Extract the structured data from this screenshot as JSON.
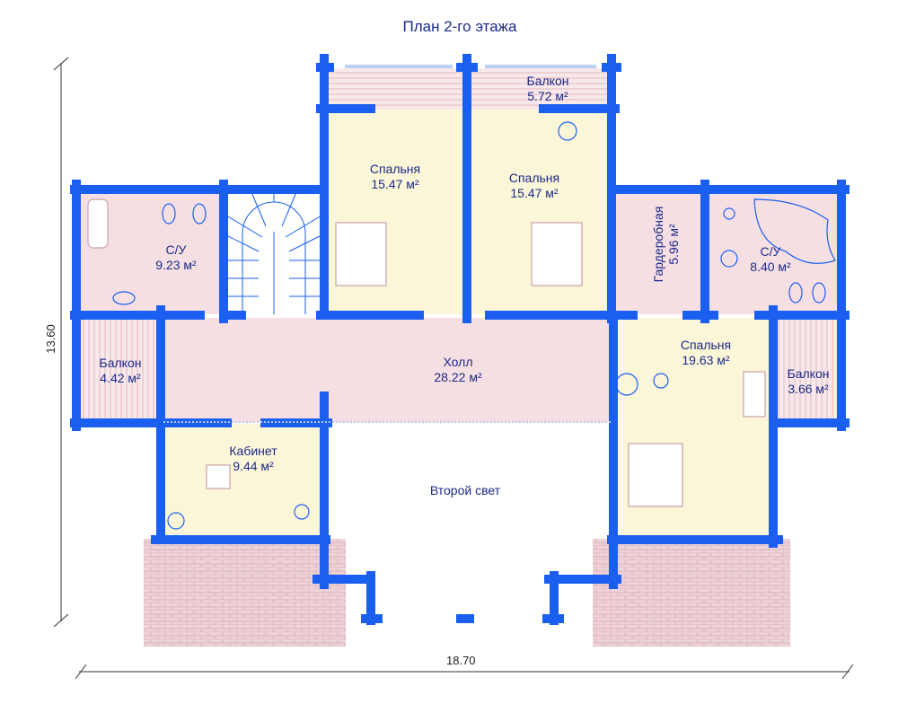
{
  "title": "План 2-го этажа",
  "dimensions": {
    "height": "13.60",
    "width": "18.70"
  },
  "colors": {
    "wall": "#1a5ff0",
    "wet_room": "#f6dfe2",
    "bedroom": "#fbf6d8",
    "balcony": "#f6e4e6",
    "brick": "#e8c9d0"
  },
  "rooms": [
    {
      "name": "Балкон",
      "area": "5.72 м²"
    },
    {
      "name": "Спальня",
      "area": "15.47 м²"
    },
    {
      "name": "Спальня",
      "area": "15.47 м²"
    },
    {
      "name": "С/У",
      "area": "9.23 м²"
    },
    {
      "name": "Гардеробная",
      "area": "5.96 м²"
    },
    {
      "name": "С/У",
      "area": "8.40 м²"
    },
    {
      "name": "Балкон",
      "area": "4.42 м²"
    },
    {
      "name": "Холл",
      "area": "28.22 м²"
    },
    {
      "name": "Спальня",
      "area": "19.63 м²"
    },
    {
      "name": "Балкон",
      "area": "3.66 м²"
    },
    {
      "name": "Кабинет",
      "area": "9.44 м²"
    },
    {
      "name": "Второй свет",
      "area": ""
    }
  ]
}
